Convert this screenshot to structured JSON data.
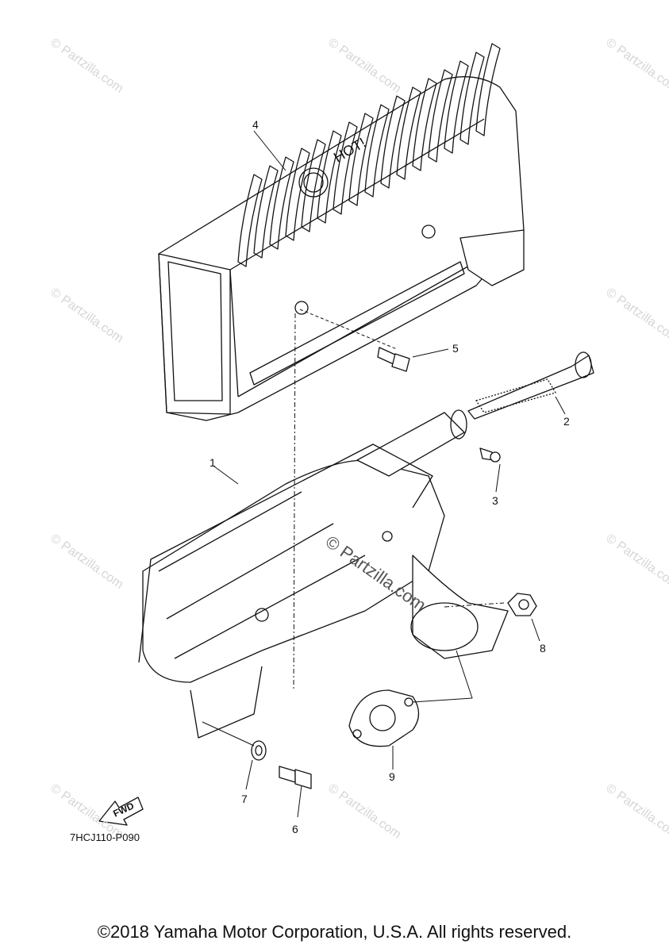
{
  "parts": [
    {
      "num": "1"
    },
    {
      "num": "2"
    },
    {
      "num": "3"
    },
    {
      "num": "4"
    },
    {
      "num": "5"
    },
    {
      "num": "6"
    },
    {
      "num": "7"
    },
    {
      "num": "8"
    },
    {
      "num": "9"
    }
  ],
  "fwd_label": "FWD",
  "hot_label": "HOT!",
  "diagram_code": "7HCJ110-P090",
  "watermark": "© Partzilla.com",
  "copyright": "©2018 Yamaha Motor Corporation, U.S.A. All rights reserved."
}
